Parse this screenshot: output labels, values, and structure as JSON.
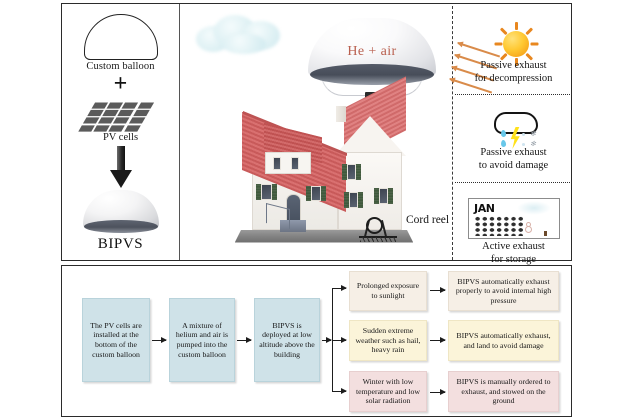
{
  "figure": {
    "title": "BIPVS operation concept diagram",
    "panels": {
      "component_panel": {
        "balloon_label": "Custom balloon",
        "plus": "+",
        "pv_label": "PV cells",
        "result_label": "BIPVS",
        "icons": [
          "balloon-outline-icon",
          "plus-icon",
          "pv-cell-grid-icon",
          "down-arrow-icon",
          "bipvs-dome-icon"
        ]
      },
      "scene_panel": {
        "balloon_gas_label": "He + air",
        "cord_reel_label": "Cord reel",
        "icons": [
          "cloud-icon",
          "helium-balloon-icon",
          "house-model-icon",
          "tether-line-icon",
          "cord-reel-icon"
        ]
      },
      "exhaust_panel": {
        "conditions": [
          {
            "icon": "sun-icon",
            "caption_line1": "Passive exhaust",
            "caption_line2": "for decompression"
          },
          {
            "icon": "storm-cloud-icon",
            "caption_line1": "Passive exhaust",
            "caption_line2": "to avoid damage"
          },
          {
            "icon": "calendar-winter-icon",
            "calendar_month": "JAN",
            "caption_line1": "Active exhaust",
            "caption_line2": "for storage"
          }
        ]
      }
    }
  },
  "flowchart": {
    "steps": [
      {
        "id": "step1",
        "color": "#cfe2e8",
        "text": "The PV cells are installed at the bottom of the custom balloon"
      },
      {
        "id": "step2",
        "color": "#cfe2e8",
        "text": "A mixture of helium and air is pumped into the custom balloon"
      },
      {
        "id": "step3",
        "color": "#cfe2e8",
        "text": "BIPVS is deployed at low altitude above the building"
      }
    ],
    "branches": [
      {
        "id": "branch1",
        "color": "#f6efe6",
        "condition": "Prolonged exposure to sunlight",
        "outcome": "BIPVS automatically exhaust properly to avoid internal high pressure"
      },
      {
        "id": "branch2",
        "color": "#fbf4d9",
        "condition": "Sudden extreme weather such as hail, heavy rain",
        "outcome": "BIPVS automatically exhaust, and land to avoid damage"
      },
      {
        "id": "branch3",
        "color": "#f3dfdf",
        "condition": "Winter with low temperature and low solar radiation",
        "outcome": "BIPVS is manually ordered to exhaust, and  stowed on the ground"
      }
    ]
  },
  "colors": {
    "frame": "#2b2b2b",
    "step_blue": "#cfe2e8",
    "cream": "#f6efe6",
    "yellow": "#fbf4d9",
    "pink": "#f3dfdf",
    "he_text": "#b9604f",
    "sun": "#ffc933",
    "bolt": "#ffe11a",
    "raindrop": "#69c8ea",
    "roof": "#c85a5a"
  }
}
